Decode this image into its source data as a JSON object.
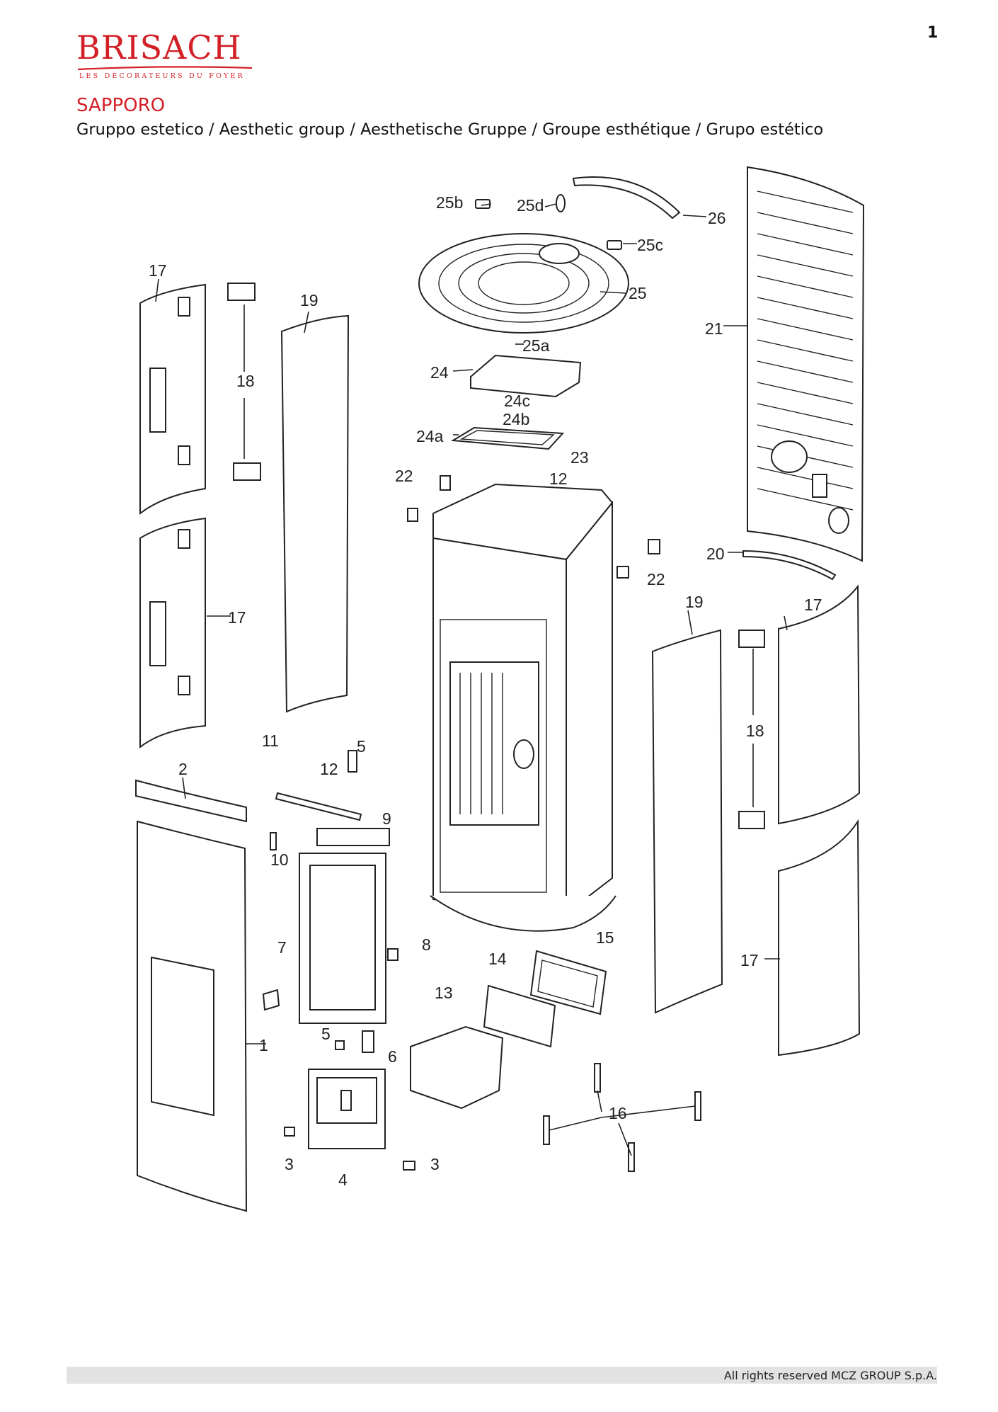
{
  "page": {
    "number": "1"
  },
  "header": {
    "brand": "BRISACH",
    "tagline": "LES DÉCORATEURS DU FOYER",
    "model": "SAPPORO",
    "subtitle": "Gruppo estetico / Aesthetic group / Aesthetische Gruppe / Groupe esthétique / Grupo estético"
  },
  "diagram": {
    "labels": [
      "1",
      "2",
      "3",
      "3",
      "4",
      "5",
      "5",
      "6",
      "7",
      "8",
      "9",
      "10",
      "11",
      "12",
      "12",
      "13",
      "14",
      "15",
      "16",
      "17",
      "17",
      "17",
      "17",
      "18",
      "18",
      "19",
      "19",
      "20",
      "21",
      "22",
      "22",
      "23",
      "24",
      "24a",
      "24b",
      "24c",
      "25",
      "25a",
      "25b",
      "25c",
      "25d",
      "26"
    ]
  },
  "footer": {
    "copyright": "All rights reserved MCZ GROUP S.p.A."
  }
}
